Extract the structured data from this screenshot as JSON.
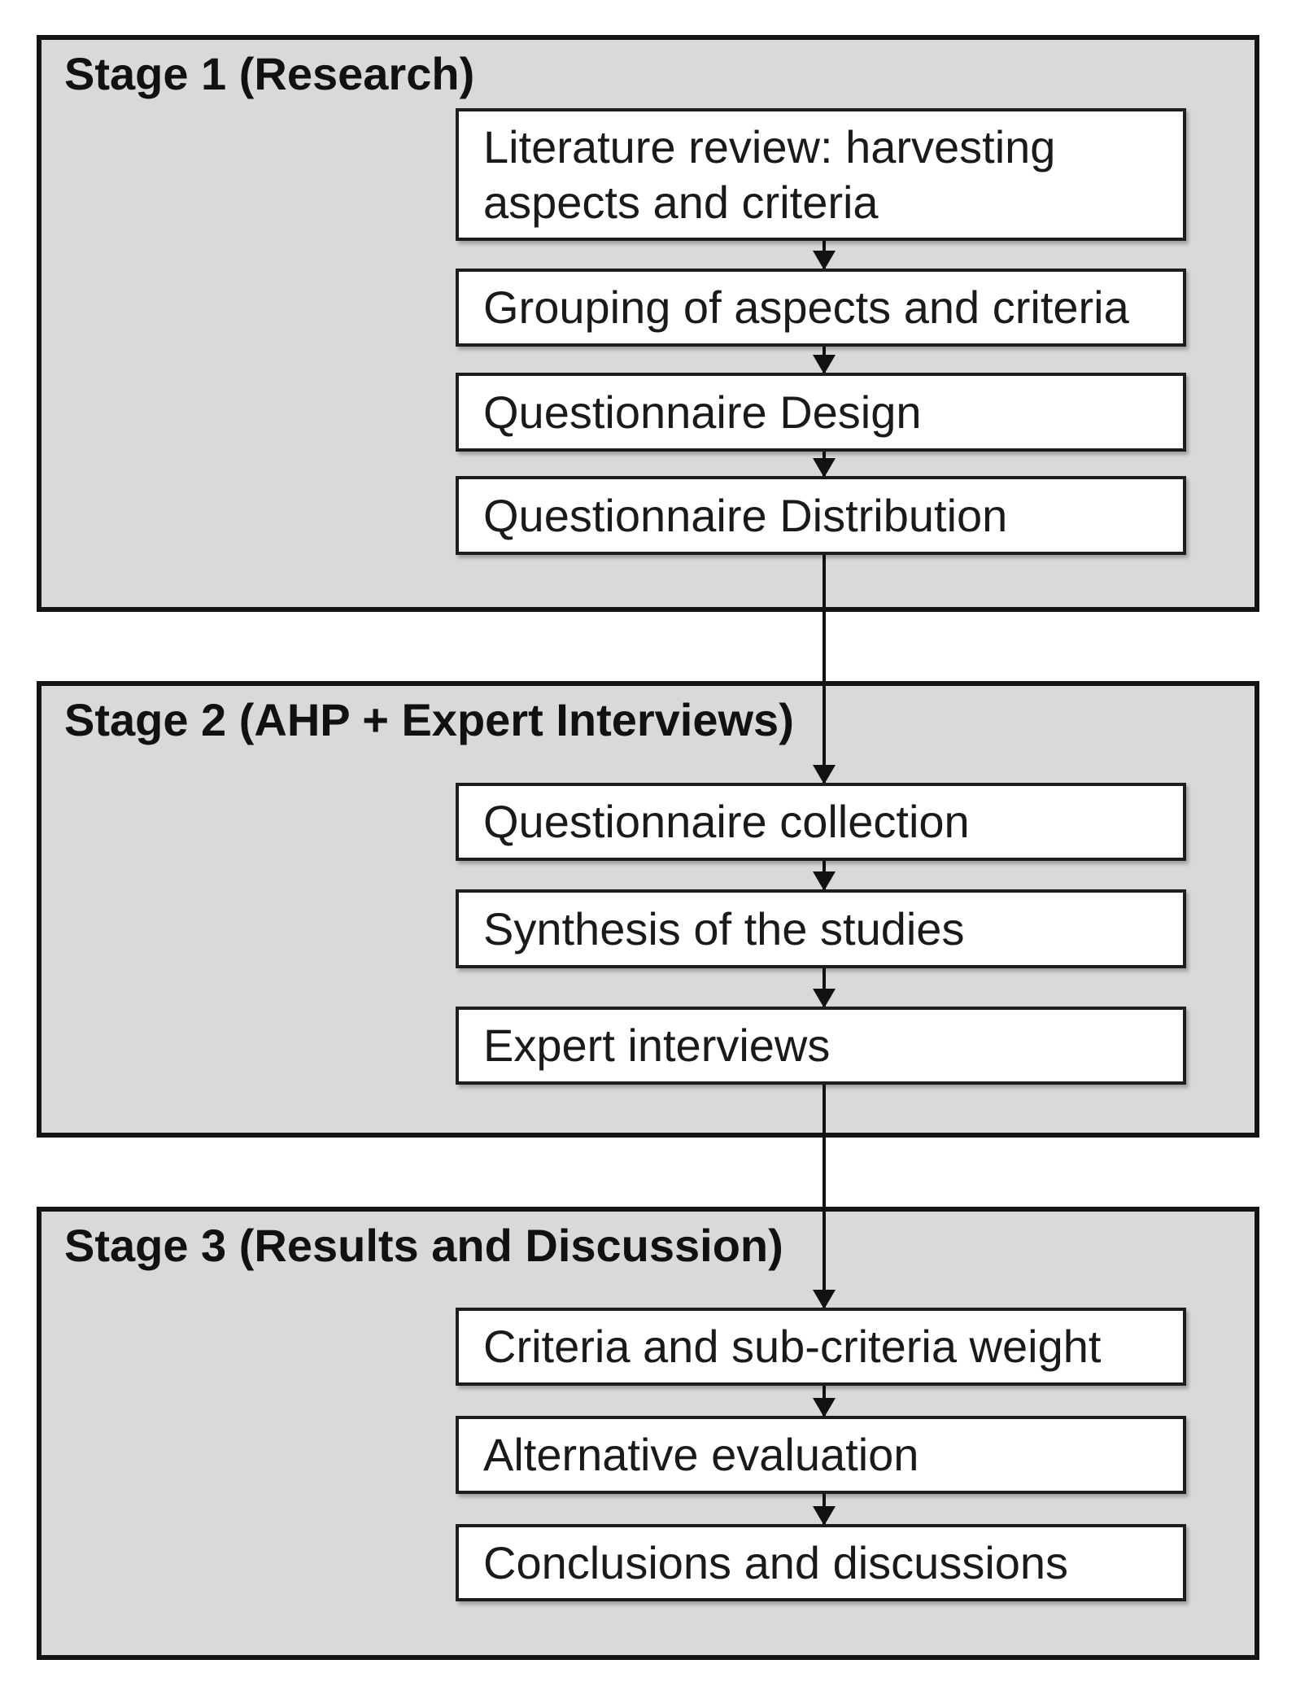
{
  "colors": {
    "page_background": "#ffffff",
    "stage_fill": "#d9d9d9",
    "stage_border": "#141414",
    "node_fill": "#ffffff",
    "node_border": "#1d1d1d",
    "arrow": "#111111",
    "text": "#1a1a1a"
  },
  "stages": [
    {
      "title": "Stage 1 (Research)",
      "nodes": [
        {
          "label": "Literature review: harvesting\naspects and criteria"
        },
        {
          "label": "Grouping of aspects and criteria"
        },
        {
          "label": "Questionnaire Design"
        },
        {
          "label": "Questionnaire Distribution"
        }
      ]
    },
    {
      "title": "Stage 2 (AHP + Expert Interviews)",
      "nodes": [
        {
          "label": "Questionnaire collection"
        },
        {
          "label": "Synthesis of the studies"
        },
        {
          "label": "Expert interviews"
        }
      ]
    },
    {
      "title": "Stage 3 (Results and Discussion)",
      "nodes": [
        {
          "label": "Criteria and sub-criteria weight"
        },
        {
          "label": "Alternative evaluation"
        },
        {
          "label": "Conclusions and discussions"
        }
      ]
    }
  ]
}
